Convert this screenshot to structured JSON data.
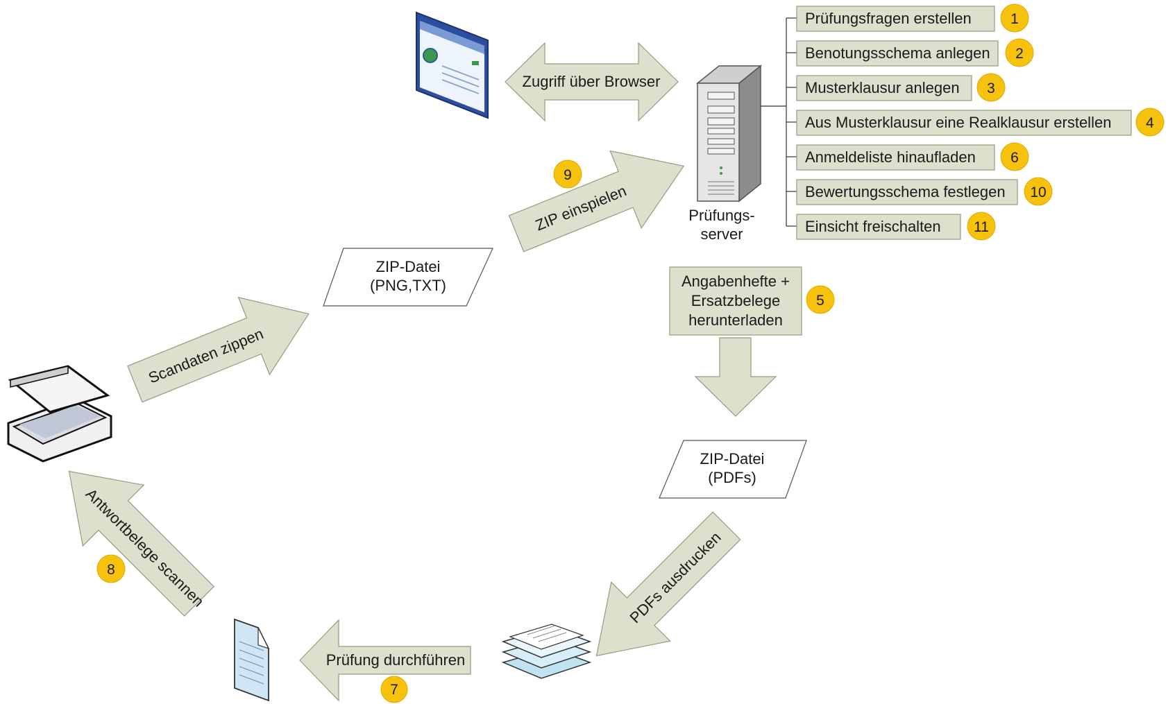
{
  "server_label": [
    "Prüfungs-",
    "server"
  ],
  "tasks": [
    {
      "label": "Prüfungsfragen erstellen",
      "num": "1"
    },
    {
      "label": "Benotungsschema anlegen",
      "num": "2"
    },
    {
      "label": "Musterklausur anlegen",
      "num": "3"
    },
    {
      "label": "Aus Musterklausur eine Realklausur erstellen",
      "num": "4"
    },
    {
      "label": "Anmeldeliste hinaufladen",
      "num": "6"
    },
    {
      "label": "Bewertungsschema festlegen",
      "num": "10"
    },
    {
      "label": "Einsicht freischalten",
      "num": "11"
    }
  ],
  "arrows": {
    "browser": "Zugriff über Browser",
    "zip_import": "ZIP einspielen",
    "zip_scan": "Scandaten zippen",
    "scan": "Antwortbelege scannen",
    "conduct": "Prüfung durchführen",
    "print": "PDFs ausdrucken"
  },
  "badges": {
    "zip_import": "9",
    "download": "5",
    "scan": "8",
    "conduct": "7"
  },
  "download_box": [
    "Angabenhefte +",
    "Ersatzbelege",
    "herunterladen"
  ],
  "zip_scan_file": [
    "ZIP-Datei",
    "(PNG,TXT)"
  ],
  "zip_pdf_file": [
    "ZIP-Datei",
    "(PDFs)"
  ]
}
